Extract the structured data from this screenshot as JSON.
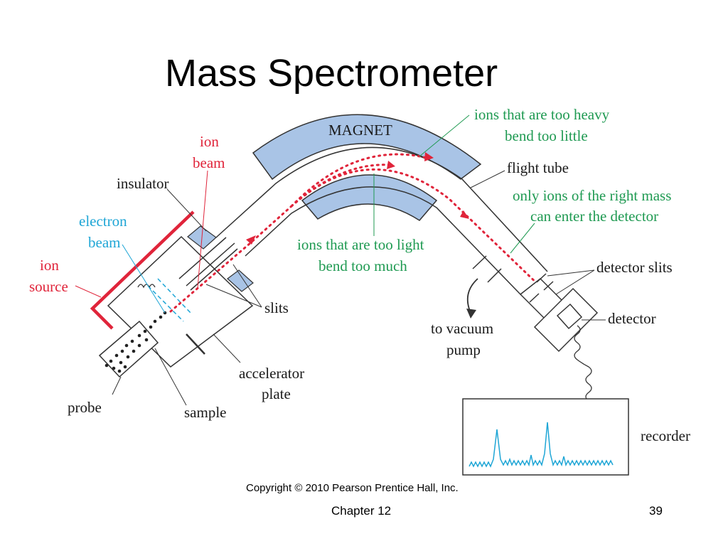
{
  "title": "Mass Spectrometer",
  "labels": {
    "magnet": "MAGNET",
    "ion_beam": [
      "ion",
      "beam"
    ],
    "insulator": "insulator",
    "electron_beam": [
      "electron",
      "beam"
    ],
    "ion_source": [
      "ion",
      "source"
    ],
    "slits": "slits",
    "accelerator_plate": [
      "accelerator",
      "plate"
    ],
    "probe": "probe",
    "sample": "sample",
    "too_heavy": [
      "ions that are too heavy",
      "bend too little"
    ],
    "flight_tube": "flight tube",
    "right_mass": [
      "only ions of the right mass",
      "can enter the detector"
    ],
    "too_light": [
      "ions that are too light",
      "bend too much"
    ],
    "detector_slits": "detector slits",
    "detector": "detector",
    "vacuum_pump": [
      "to vacuum",
      "pump"
    ],
    "recorder": "recorder"
  },
  "copyright": "Copyright © 2010 Pearson Prentice Hall, Inc.",
  "chapter": "Chapter 12",
  "page_number": "39",
  "colors": {
    "magnet_fill": "#a9c4e6",
    "ion_path": "#e0243a",
    "electron_beam": "#1fa6d6",
    "callout_green": "#1f9a52",
    "trace": "#1fa6d6"
  }
}
